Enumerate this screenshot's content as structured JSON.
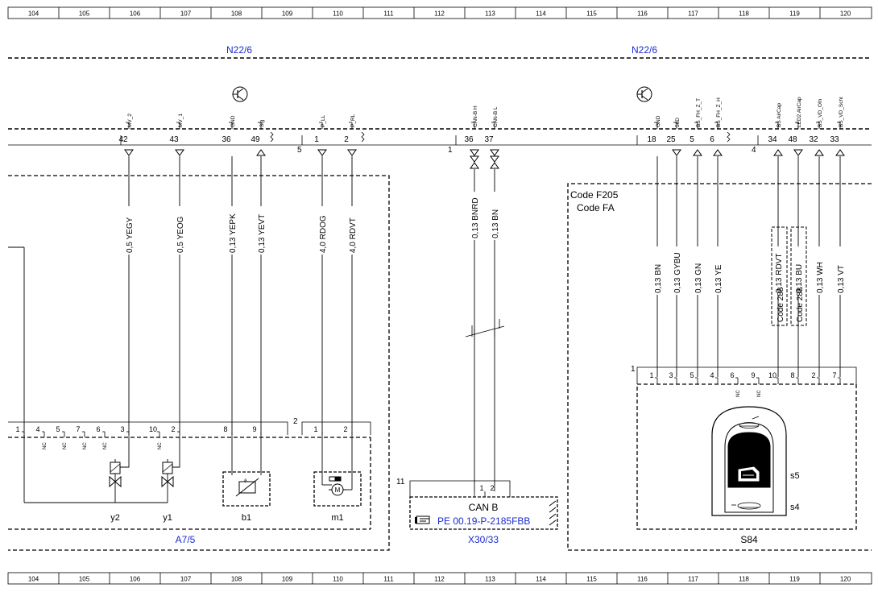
{
  "ruler": [
    "104",
    "105",
    "106",
    "107",
    "108",
    "109",
    "110",
    "111",
    "112",
    "113",
    "114",
    "115",
    "116",
    "117",
    "118",
    "119",
    "120"
  ],
  "modules": {
    "n22_left": "N22/6",
    "n22_right": "N22/6",
    "a7": "A7/5",
    "x30": "X30/33",
    "s84": "S84",
    "code_f205": "Code F205",
    "code_fa": "Code FA"
  },
  "connector_groups": {
    "left_a": "",
    "left_b": "5",
    "mid": "1",
    "right_a": "",
    "right_b": "4",
    "a7_a": "1",
    "a7_b": "2",
    "x30": "11",
    "s84": "1"
  },
  "pins_top": [
    {
      "signal": "MV_2",
      "pin": "42",
      "wire": "0,5 YEGY"
    },
    {
      "signal": "MV_1",
      "pin": "43",
      "wire": "0,5 YEOG"
    },
    {
      "signal": "GND",
      "pin": "36",
      "wire": "0,13 YEPK"
    },
    {
      "signal": "Sig",
      "pin": "49",
      "wire": "0,13 YEVT"
    },
    {
      "signal": "P_LL",
      "pin": "1",
      "wire": "4,0 RDOG"
    },
    {
      "signal": "P_RL",
      "pin": "2",
      "wire": "4,0 RDVT"
    },
    {
      "signal": "CAN-B H",
      "pin": "36",
      "wire": "0,13 BNRD"
    },
    {
      "signal": "CAN-B L",
      "pin": "37",
      "wire": "0,13 BN"
    },
    {
      "signal": "GND",
      "pin": "18",
      "wire": "0,13 BN"
    },
    {
      "signal": "58D",
      "pin": "25",
      "wire": "0,13 GYBU"
    },
    {
      "signal": "BS_FH_Z_T",
      "pin": "5",
      "wire": "0,13 GN"
    },
    {
      "signal": "BS_FH_Z_H",
      "pin": "6",
      "wire": "0,13 YE"
    },
    {
      "signal": "BS AirCap",
      "pin": "34",
      "wire": "0,13 RDVT"
    },
    {
      "signal": "LED2 AirCap",
      "pin": "48",
      "wire": "0,13 BU"
    },
    {
      "signal": "BS_VD_Ofn",
      "pin": "32",
      "wire": "0,13 WH"
    },
    {
      "signal": "BS_VD_Schl",
      "pin": "33",
      "wire": "0,13 VT"
    }
  ],
  "code_288": [
    "Code 288",
    "Code 288"
  ],
  "a7_pins": [
    "1",
    "4",
    "5",
    "7",
    "6",
    "3",
    "10",
    "2"
  ],
  "a7_pins_b1": [
    "8",
    "9"
  ],
  "a7_pins_m1": [
    "1",
    "2"
  ],
  "nc": "NC",
  "components": {
    "y2": "y2",
    "y1": "y1",
    "b1": "b1",
    "m1": "m1",
    "s5": "s5",
    "s4": "s4"
  },
  "x30_pins": [
    "1",
    "2"
  ],
  "x30_label": "CAN B",
  "x30_ref": "PE 00.19-P-2185FBB",
  "s84_pins": [
    "1",
    "3",
    "5",
    "4",
    "6",
    "9",
    "10",
    "8",
    "2",
    "7"
  ]
}
